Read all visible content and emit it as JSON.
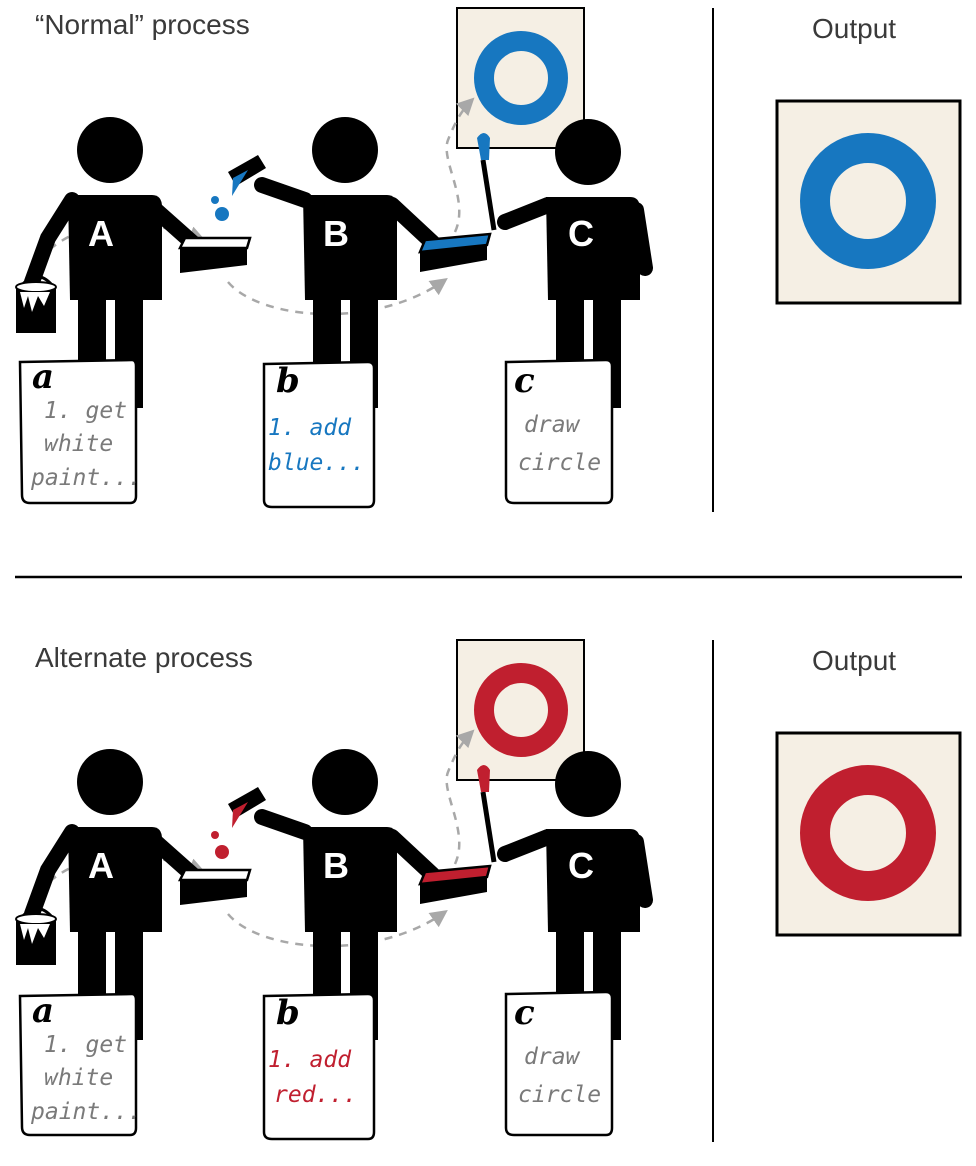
{
  "panels": [
    {
      "title": "“Normal” process",
      "output_label": "Output",
      "paint_color": "#1777c0",
      "people": [
        "A",
        "B",
        "C"
      ],
      "notes": [
        {
          "letter": "a",
          "lines": [
            "1. get",
            "white",
            "paint..."
          ],
          "color": "#7a7a7a"
        },
        {
          "letter": "b",
          "lines": [
            "1. add",
            "blue..."
          ],
          "color": "#1777c0"
        },
        {
          "letter": "c",
          "lines": [
            "draw",
            "circle"
          ],
          "color": "#7a7a7a"
        }
      ]
    },
    {
      "title": "Alternate process",
      "output_label": "Output",
      "paint_color": "#c01f2f",
      "people": [
        "A",
        "B",
        "C"
      ],
      "notes": [
        {
          "letter": "a",
          "lines": [
            "1. get",
            "white",
            "paint..."
          ],
          "color": "#7a7a7a"
        },
        {
          "letter": "b",
          "lines": [
            "1. add",
            "red..."
          ],
          "color": "#c01f2f"
        },
        {
          "letter": "c",
          "lines": [
            "draw",
            "circle"
          ],
          "color": "#7a7a7a"
        }
      ]
    }
  ],
  "colors": {
    "canvas": "#f5efe4",
    "figure": "#000000",
    "arrow": "#a8a8a8",
    "divider": "#000000"
  },
  "icons": [
    "person-icon",
    "paint-bucket-icon",
    "paint-tray-icon",
    "dropper-icon",
    "paintbrush-icon",
    "canvas-icon"
  ]
}
